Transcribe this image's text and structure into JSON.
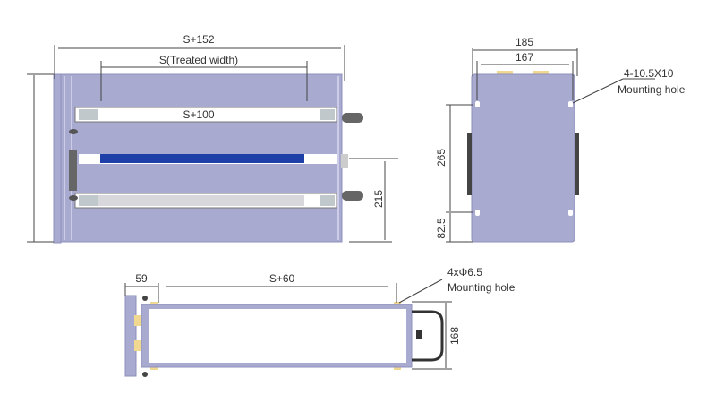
{
  "front_view": {
    "overall_width": "S+152",
    "treated_width": "S(Treated width)",
    "roller_length": "S+100",
    "height_dim": "215"
  },
  "side_view": {
    "outer_width": "185",
    "inner_width": "167",
    "hole_spacing": "265",
    "hole_offset": "82.5",
    "hole_spec": "4-10.5X10",
    "hole_label": "Mounting hole"
  },
  "bottom_view": {
    "left_offset": "59",
    "hole_spacing": "S+60",
    "depth": "168",
    "hole_spec": "4xΦ6.5",
    "hole_label": "Mounting hole"
  },
  "colors": {
    "body": "#a9aad0",
    "electrode": "#1f3fa8",
    "bracket": "#f0d890"
  }
}
